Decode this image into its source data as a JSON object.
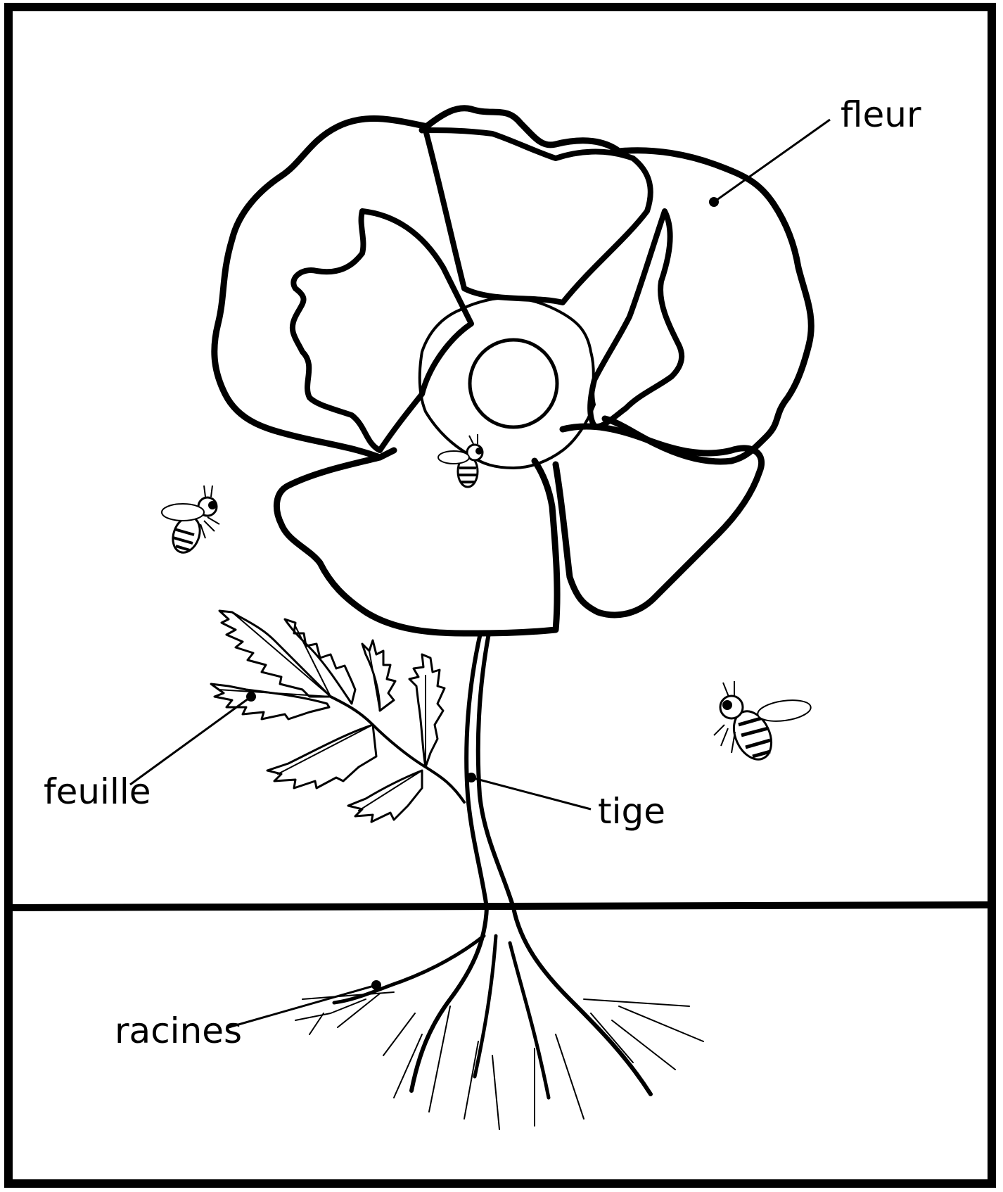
{
  "labels": {
    "flower": "fleur",
    "leaf": "feuille",
    "stem": "tige",
    "roots": "racines"
  },
  "colors": {
    "ink": "#000000",
    "paper": "#ffffff"
  },
  "illustration": {
    "subject": "poppy-plant",
    "bee_count": 3
  }
}
